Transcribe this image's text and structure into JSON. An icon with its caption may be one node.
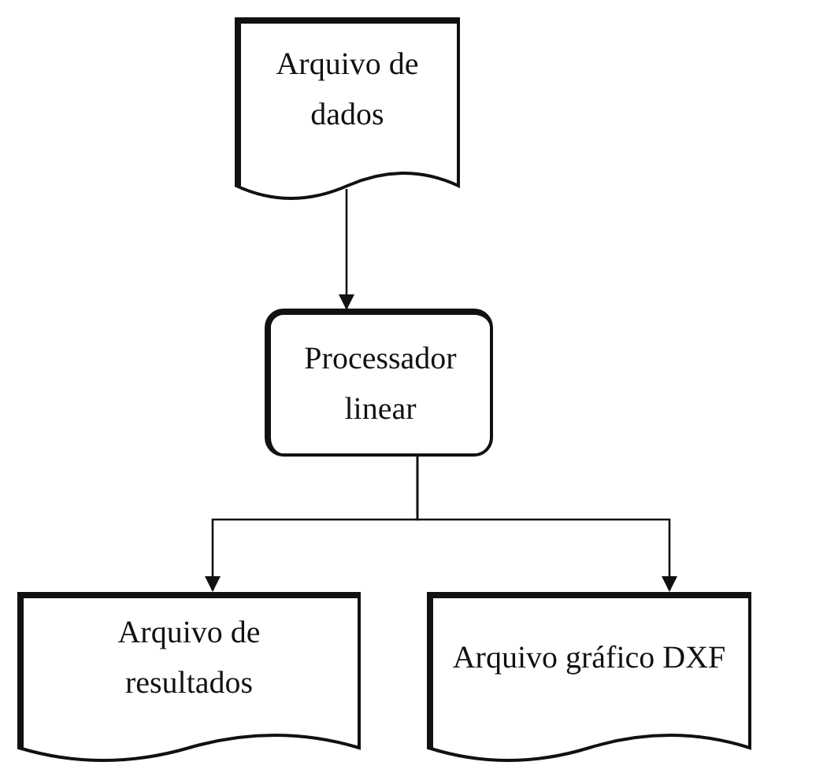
{
  "diagram": {
    "nodes": [
      {
        "text": [
          "Arquivo de dados"
        ]
      },
      {
        "text": [
          "Processador linear"
        ]
      },
      {
        "text": [
          "Arquivo de resultados"
        ]
      },
      {
        "text": [
          "Arquivo gráfico DXF"
        ]
      }
    ],
    "edges": [
      {
        "from": 0,
        "to": 1,
        "arrow": "to"
      },
      {
        "from": 1,
        "to": 2,
        "arrow": "to"
      },
      {
        "from": 1,
        "to": 3,
        "arrow": "to"
      }
    ]
  }
}
